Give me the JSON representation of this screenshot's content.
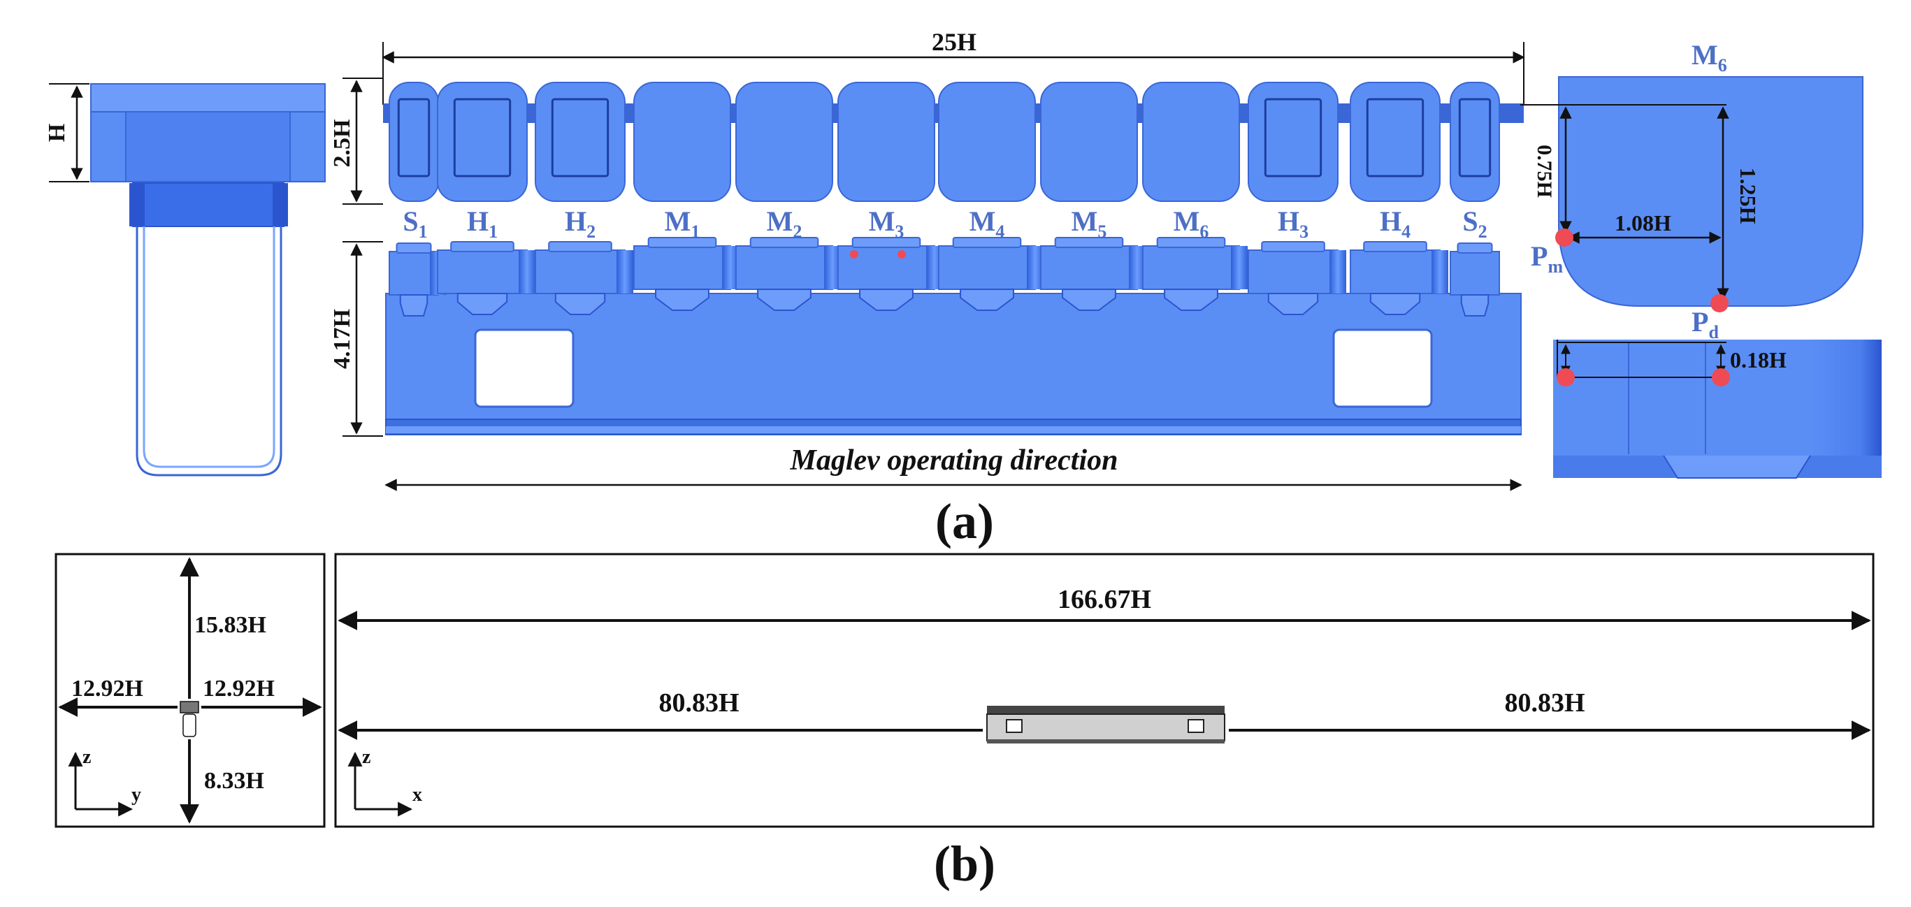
{
  "panel_a": {
    "label": "(a)",
    "dim_height": "H",
    "dim_top_length": "25H",
    "dim_top_height": "2.5H",
    "dim_bottom_height": "4.17H",
    "direction_label": "Maglev operating direction",
    "segments": [
      {
        "base": "S",
        "sub": "1"
      },
      {
        "base": "H",
        "sub": "1"
      },
      {
        "base": "H",
        "sub": "2"
      },
      {
        "base": "M",
        "sub": "1"
      },
      {
        "base": "M",
        "sub": "2"
      },
      {
        "base": "M",
        "sub": "3"
      },
      {
        "base": "M",
        "sub": "4"
      },
      {
        "base": "M",
        "sub": "5"
      },
      {
        "base": "M",
        "sub": "6"
      },
      {
        "base": "H",
        "sub": "3"
      },
      {
        "base": "H",
        "sub": "4"
      },
      {
        "base": "S",
        "sub": "2"
      }
    ],
    "detail": {
      "title_base": "M",
      "title_sub": "6",
      "dim_075": "0.75H",
      "dim_125": "1.25H",
      "dim_108": "1.08H",
      "dim_018": "0.18H",
      "pm_base": "P",
      "pm_sub": "m",
      "pd_base": "P",
      "pd_sub": "d"
    }
  },
  "panel_b": {
    "label": "(b)",
    "left": {
      "up": "15.83H",
      "left": "12.92H",
      "right": "12.92H",
      "down": "8.33H",
      "axis_z": "z",
      "axis_y": "y"
    },
    "right": {
      "total": "166.67H",
      "left": "80.83H",
      "right": "80.83H",
      "axis_z": "z",
      "axis_x": "x"
    }
  },
  "colors": {
    "train_blue": "#5b8ef5",
    "dark_blue": "#3a66d6",
    "label_blue": "#4d6fc6",
    "marker_red": "#ef4b55"
  }
}
